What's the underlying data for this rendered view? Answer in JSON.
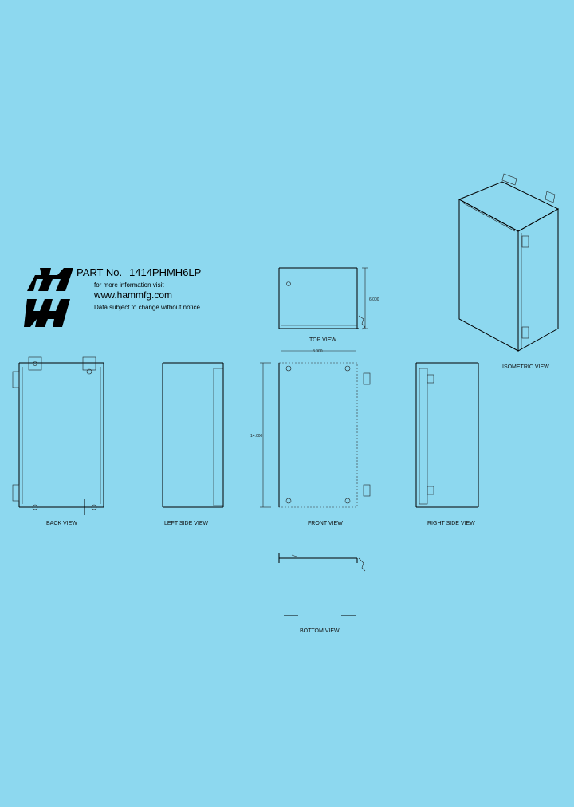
{
  "header": {
    "part_label": "PART No.",
    "part_number": "1414PHMH6LP",
    "info_line": "for more information visit",
    "url": "www.hammfg.com",
    "notice": "Data subject to change without notice"
  },
  "views": {
    "top": "TOP VIEW",
    "isometric": "ISOMETRIC VIEW",
    "back": "BACK VIEW",
    "left_side": "LEFT SIDE VIEW",
    "front": "FRONT VIEW",
    "right_side": "RIGHT SIDE VIEW",
    "bottom": "BOTTOM VIEW"
  },
  "dimensions": {
    "top_depth": "6.000",
    "front_width": "8.000",
    "front_height": "14.000"
  },
  "logo": {
    "letters": "HW",
    "color": "#000000"
  }
}
